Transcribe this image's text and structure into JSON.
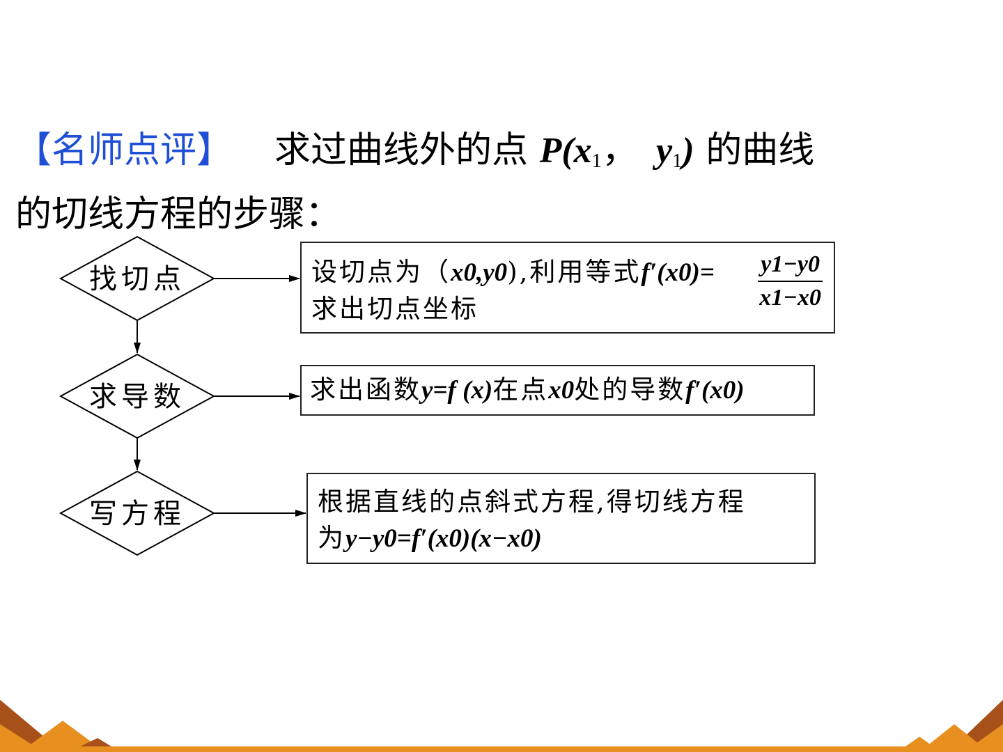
{
  "heading": {
    "tag": "【名师点评】",
    "text_before_point": "求过曲线外的点",
    "point_name": "P",
    "point_coords": {
      "x": "x",
      "x_sub": "1",
      "sep": "，",
      "y": "y",
      "y_sub": "1"
    },
    "text_after_point": "的曲线",
    "line2": "的切线方程的步骤："
  },
  "flow": {
    "steps": [
      {
        "label": "找切点",
        "desc_line1_prefix": "设切点为（",
        "desc_line1_vars": "x0,y0",
        "desc_line1_mid": "),利用等式",
        "desc_line1_formula": "f′(x0)=",
        "fraction_numerator": "y1−y0",
        "fraction_denominator": "x1−x0",
        "desc_line2": "求出切点坐标"
      },
      {
        "label": "求导数",
        "desc_part1": "求出函数",
        "desc_formula1": "y=f (x)",
        "desc_part2": "在点",
        "desc_var": "x0",
        "desc_part3": "处的导数",
        "desc_formula2": "f′(x0)"
      },
      {
        "label": "写方程",
        "desc_line1": "根据直线的点斜式方程,得切线方程",
        "desc_line2_prefix": "为",
        "desc_line2_formula": "y−y0=f′(x0)(x−x0)"
      }
    ]
  },
  "colors": {
    "tag_blue": "#1f4fd6",
    "footer_orange": "#e8901f",
    "footer_dark": "#a8501a"
  }
}
